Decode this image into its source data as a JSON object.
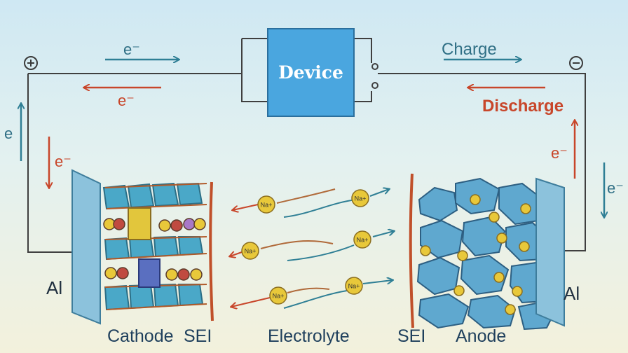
{
  "device": {
    "label": "Device"
  },
  "charge_label": "Charge",
  "discharge_label": "Discharge",
  "electron_labels": {
    "top_charge": "e⁻",
    "top_discharge": "e⁻",
    "left_up": "e",
    "left_down": "e⁻",
    "right_up": "e⁻",
    "right_down": "e⁻"
  },
  "collector_left": "Al",
  "collector_right": "Al",
  "ion_label": "Na+",
  "bottom": {
    "cathode": "Cathode",
    "sei_left": "SEI",
    "electrolyte": "Electrolyte",
    "sei_right": "SEI",
    "anode": "Anode"
  },
  "colors": {
    "charge": "#2f7f95",
    "discharge": "#c8462a",
    "device": "#4aa6df",
    "crystal": "#4aa8c8",
    "ion": "#e8c83a",
    "sei": "#c0502a"
  }
}
